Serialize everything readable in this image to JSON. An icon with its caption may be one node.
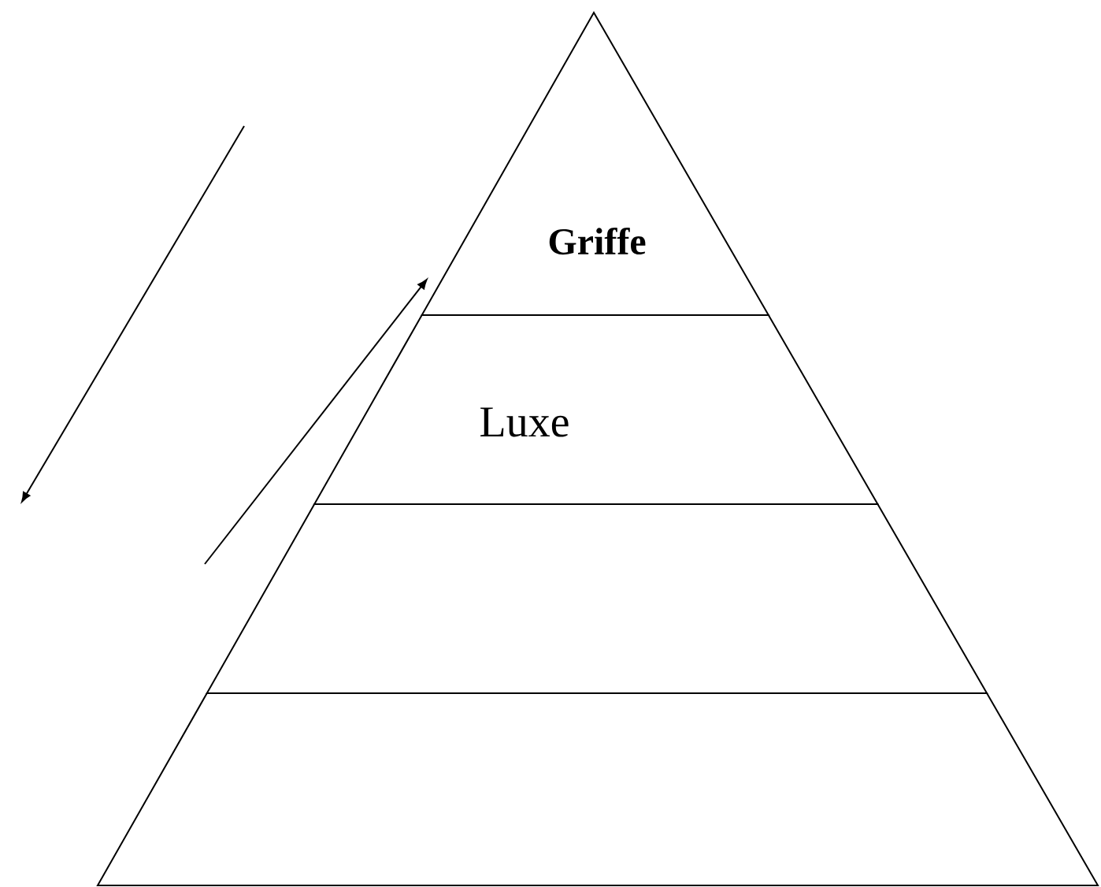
{
  "diagram": {
    "nodes": [
      {
        "text": [
          "Griffe"
        ]
      },
      {
        "text": [
          "Luxe"
        ]
      },
      {
        "text": [],
        "shape": "trapezoid"
      },
      {
        "text": [],
        "shape": "trapezoid"
      }
    ]
  }
}
